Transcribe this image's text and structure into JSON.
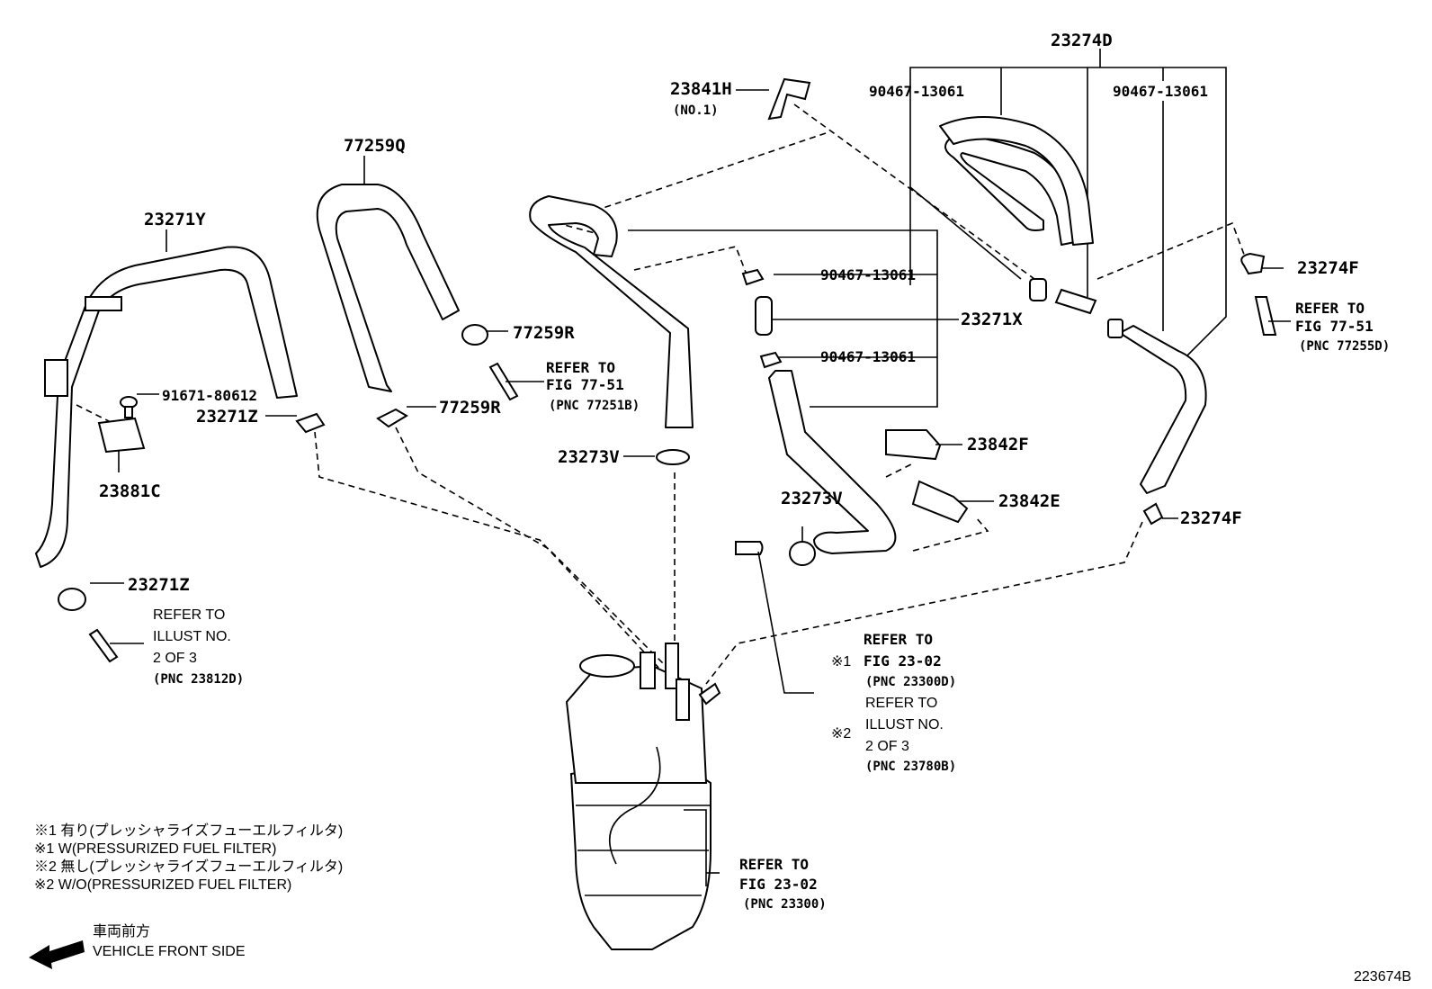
{
  "labels": {
    "p23274D": "23274D",
    "p23841H": "23841H",
    "p23841H_sub": "(NO.1)",
    "p90467_a": "90467-13061",
    "p90467_b": "90467-13061",
    "p90467_c": "90467-13061",
    "p90467_d": "90467-13061",
    "p77259Q": "77259Q",
    "p23271Y": "23271Y",
    "p23274F_a": "23274F",
    "p23274F_b": "23274F",
    "p77259R_a": "77259R",
    "p77259R_b": "77259R",
    "p23271X": "23271X",
    "p91671": "91671-80612",
    "p23271Z_a": "23271Z",
    "p23271Z_b": "23271Z",
    "p23273V_a": "23273V",
    "p23273V_b": "23273V",
    "p23842F": "23842F",
    "p23842E": "23842E",
    "p23881C": "23881C"
  },
  "refs": {
    "r1": [
      "REFER TO",
      "FIG 77-51",
      "(PNC 77255D)"
    ],
    "r2": [
      "REFER TO",
      "FIG 77-51",
      "(PNC 77251B)"
    ],
    "r3": [
      "REFER TO",
      "ILLUST NO.",
      "2 OF 3",
      "(PNC 23812D)"
    ],
    "r4": [
      "REFER TO",
      "FIG 23-02",
      "(PNC 23300D)"
    ],
    "r5": [
      "REFER TO",
      "ILLUST NO.",
      "2 OF 3",
      "(PNC 23780B)"
    ],
    "r6": [
      "REFER TO",
      "FIG 23-02",
      "(PNC 23300)"
    ]
  },
  "marks": {
    "m1": "※1",
    "m2": "※2"
  },
  "notes": [
    "※1  有り(プレッシャライズフューエルフィルタ)",
    "※1  W(PRESSURIZED FUEL FILTER)",
    "※2  無し(プレッシャライズフューエルフィルタ)",
    "※2  W/O(PRESSURIZED FUEL FILTER)"
  ],
  "direction": {
    "jp": "車両前方",
    "en": "VEHICLE FRONT SIDE"
  },
  "figure_id": "223674B"
}
